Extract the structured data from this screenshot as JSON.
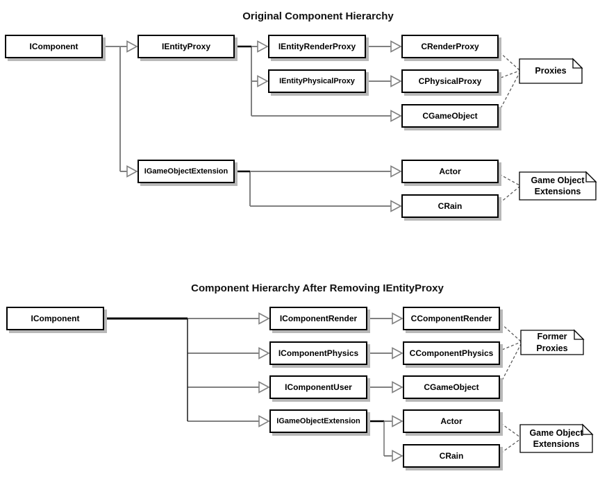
{
  "page": {
    "background": "#ffffff"
  },
  "colors": {
    "box_fill": "#ffffff",
    "box_border": "#000000",
    "box_shadow": "#b8b8b8",
    "connector_gray": "#808080",
    "connector_black": "#000000",
    "note_link_dashed": "#595959",
    "text": "#000000"
  },
  "original_hierarchy": {
    "title": "Original Component Hierarchy",
    "nodes": {
      "icomponent": "IComponent",
      "ientityproxy": "IEntityProxy",
      "ientityrenderproxy": "IEntityRenderProxy",
      "ientityphysicalproxy": "IEntityPhysicalProxy",
      "crenderproxy": "CRenderProxy",
      "cphysicalproxy": "CPhysicalProxy",
      "cgameobject": "CGameObject",
      "igameobjectextension": "IGameObjectExtension",
      "actor": "Actor",
      "crain": "CRain"
    },
    "notes": {
      "proxies": "Proxies",
      "game_object_extensions": "Game Object\nExtensions"
    },
    "edges": [
      [
        "IComponent",
        "IEntityProxy"
      ],
      [
        "IComponent",
        "IGameObjectExtension"
      ],
      [
        "IEntityProxy",
        "IEntityRenderProxy"
      ],
      [
        "IEntityProxy",
        "IEntityPhysicalProxy"
      ],
      [
        "IEntityProxy",
        "CGameObject"
      ],
      [
        "IEntityRenderProxy",
        "CRenderProxy"
      ],
      [
        "IEntityPhysicalProxy",
        "CPhysicalProxy"
      ],
      [
        "IGameObjectExtension",
        "Actor"
      ],
      [
        "IGameObjectExtension",
        "CRain"
      ]
    ],
    "note_links": [
      [
        "CRenderProxy",
        "Proxies"
      ],
      [
        "CPhysicalProxy",
        "Proxies"
      ],
      [
        "CGameObject",
        "Proxies"
      ],
      [
        "Actor",
        "Game Object Extensions"
      ],
      [
        "CRain",
        "Game Object Extensions"
      ]
    ]
  },
  "refactored_hierarchy": {
    "title": "Component Hierarchy After Removing IEntityProxy",
    "nodes": {
      "icomponent": "IComponent",
      "icomponentrender": "IComponentRender",
      "icomponentphysics": "IComponentPhysics",
      "icomponentuser": "IComponentUser",
      "igameobjectextension": "IGameObjectExtension",
      "ccomponentrender": "CComponentRender",
      "ccomponentphysics": "CComponentPhysics",
      "cgameobject": "CGameObject",
      "actor": "Actor",
      "crain": "CRain"
    },
    "notes": {
      "former_proxies": "Former\nProxies",
      "game_object_extensions": "Game Object\nExtensions"
    },
    "edges": [
      [
        "IComponent",
        "IComponentRender"
      ],
      [
        "IComponent",
        "IComponentPhysics"
      ],
      [
        "IComponent",
        "IComponentUser"
      ],
      [
        "IComponent",
        "IGameObjectExtension"
      ],
      [
        "IComponentRender",
        "CComponentRender"
      ],
      [
        "IComponentPhysics",
        "CComponentPhysics"
      ],
      [
        "IComponentUser",
        "CGameObject"
      ],
      [
        "IGameObjectExtension",
        "Actor"
      ],
      [
        "IGameObjectExtension",
        "CRain"
      ]
    ],
    "note_links": [
      [
        "CComponentRender",
        "Former Proxies"
      ],
      [
        "CComponentPhysics",
        "Former Proxies"
      ],
      [
        "CGameObject",
        "Former Proxies"
      ],
      [
        "Actor",
        "Game Object Extensions"
      ],
      [
        "CRain",
        "Game Object Extensions"
      ]
    ]
  }
}
